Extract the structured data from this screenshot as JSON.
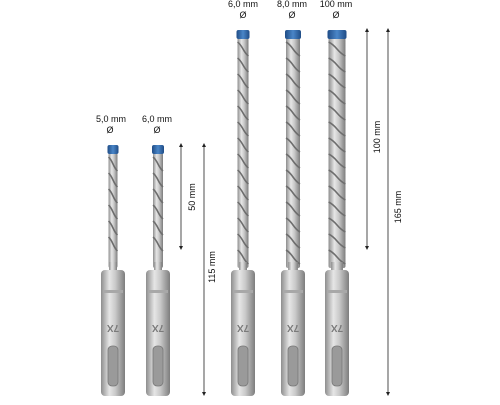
{
  "diameter_symbol": "Ø",
  "bits": [
    {
      "size_label": "5,0 mm",
      "marking": "7X"
    },
    {
      "size_label": "6,0 mm",
      "marking": "7X"
    },
    {
      "size_label": "6,0 mm",
      "marking": "7X"
    },
    {
      "size_label": "8,0 mm",
      "marking": "7X"
    },
    {
      "size_label": "100 mm",
      "marking": "7X"
    }
  ],
  "dimensions": {
    "short_working_length": "50 mm",
    "short_total_length": "115 mm",
    "long_working_length": "100 mm",
    "long_total_length": "165 mm"
  },
  "colors": {
    "tip_blue": "#2f64a8",
    "steel_light": "#d8d8d8",
    "steel_dark": "#8e8e8e",
    "dimension_line": "#222222"
  }
}
